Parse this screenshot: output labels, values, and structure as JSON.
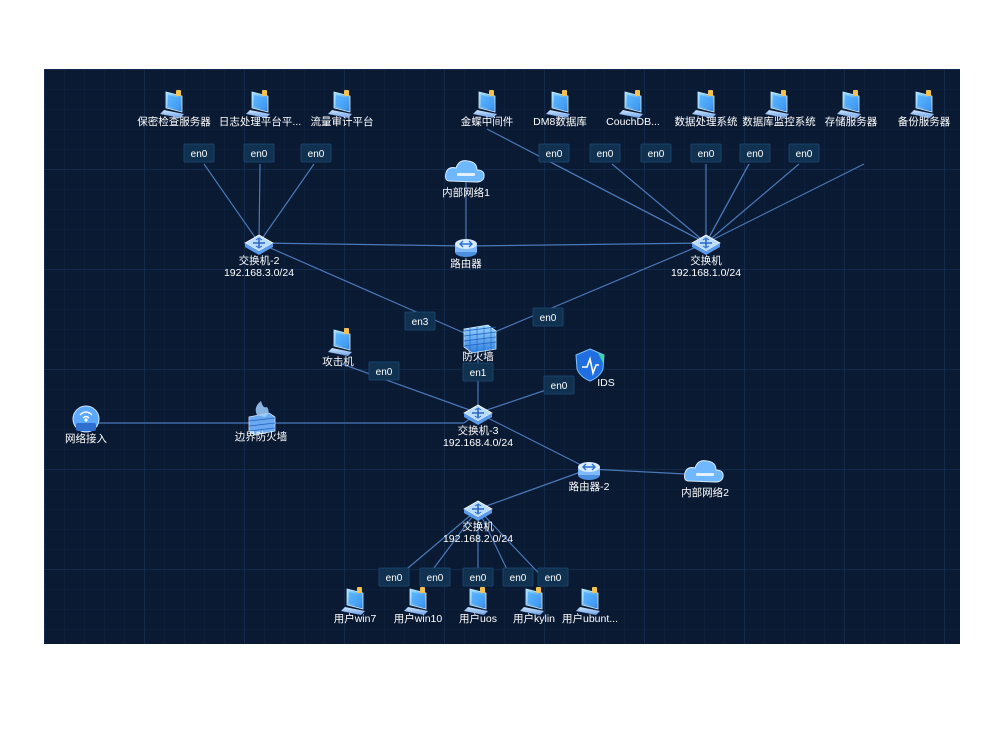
{
  "nodes": {
    "n_baomi": {
      "label": "保密检查服务器",
      "icon": "monitor-icon"
    },
    "n_rizhi": {
      "label": "日志处理平台平...",
      "icon": "monitor-icon"
    },
    "n_liuliang": {
      "label": "流量审计平台",
      "icon": "monitor-icon"
    },
    "n_jindie": {
      "label": "金蝶中间件",
      "icon": "monitor-icon"
    },
    "n_dm8": {
      "label": "DM8数据库",
      "icon": "monitor-icon"
    },
    "n_couch": {
      "label": "CouchDB...",
      "icon": "monitor-icon"
    },
    "n_shuju": {
      "label": "数据处理系统",
      "icon": "monitor-icon"
    },
    "n_jiankong": {
      "label": "数据库监控系统",
      "icon": "monitor-icon"
    },
    "n_cunchu": {
      "label": "存储服务器",
      "icon": "monitor-icon"
    },
    "n_beifen": {
      "label": "备份服务器",
      "icon": "monitor-icon"
    },
    "n_neibu1": {
      "label": "内部网络1",
      "icon": "cloud-icon"
    },
    "n_luyou": {
      "label": "路由器",
      "icon": "router-icon"
    },
    "n_sw2": {
      "label": "交换机-2",
      "sub": "192.168.3.0/24",
      "icon": "switch-icon"
    },
    "n_sw1": {
      "label": "交换机",
      "sub": "192.168.1.0/24",
      "icon": "switch-icon"
    },
    "n_fw": {
      "label": "防火墙",
      "icon": "firewall-icon"
    },
    "n_gongji": {
      "label": "攻击机",
      "icon": "monitor-icon"
    },
    "n_ids": {
      "label": "IDS",
      "icon": "shield-icon"
    },
    "n_wangluo": {
      "label": "网络接入",
      "icon": "network-access-icon"
    },
    "n_bianjie": {
      "label": "边界防火墙",
      "icon": "border-firewall-icon"
    },
    "n_sw3": {
      "label": "交换机-3",
      "sub": "192.168.4.0/24",
      "icon": "switch-icon"
    },
    "n_luyou2": {
      "label": "路由器-2",
      "icon": "router-icon"
    },
    "n_neibu2": {
      "label": "内部网络2",
      "icon": "cloud-icon"
    },
    "n_sw4": {
      "label": "交换机",
      "sub": "192.168.2.0/24",
      "icon": "switch-icon"
    },
    "n_win7": {
      "label": "用户win7",
      "icon": "monitor-icon"
    },
    "n_win10": {
      "label": "用户win10",
      "icon": "monitor-icon"
    },
    "n_uos": {
      "label": "用户uos",
      "icon": "monitor-icon"
    },
    "n_kylin": {
      "label": "用户kylin",
      "icon": "monitor-icon"
    },
    "n_ubuntu": {
      "label": "用户ubunt...",
      "icon": "monitor-icon"
    }
  },
  "links": [
    {
      "from": "n_baomi",
      "to": "n_sw2",
      "tag": "en0"
    },
    {
      "from": "n_rizhi",
      "to": "n_sw2",
      "tag": "en0"
    },
    {
      "from": "n_liuliang",
      "to": "n_sw2",
      "tag": "en0"
    },
    {
      "from": "n_jindie",
      "to": "n_sw1",
      "tag": ""
    },
    {
      "from": "n_dm8",
      "to": "n_sw1",
      "tag": "en0"
    },
    {
      "from": "n_couch",
      "to": "n_sw1",
      "tag": "en0"
    },
    {
      "from": "n_shuju",
      "to": "n_sw1",
      "tag": "en0"
    },
    {
      "from": "n_jiankong",
      "to": "n_sw1",
      "tag": "en0"
    },
    {
      "from": "n_jiankong",
      "to": "n_sw1",
      "tag": "en0"
    },
    {
      "from": "n_cunchu",
      "to": "n_sw1",
      "tag": "en0"
    },
    {
      "from": "n_beifen",
      "to": "n_sw1",
      "tag": "en0"
    },
    {
      "from": "n_neibu1",
      "to": "n_luyou",
      "tag": ""
    },
    {
      "from": "n_sw2",
      "to": "n_luyou",
      "tag": ""
    },
    {
      "from": "n_luyou",
      "to": "n_sw1",
      "tag": ""
    },
    {
      "from": "n_sw2",
      "to": "n_fw",
      "tag": "en3"
    },
    {
      "from": "n_sw1",
      "to": "n_fw",
      "tag": "en0"
    },
    {
      "from": "n_fw",
      "to": "n_sw3",
      "tag": "en1"
    },
    {
      "from": "n_gongji",
      "to": "n_sw3",
      "tag": "en0"
    },
    {
      "from": "n_ids",
      "to": "n_sw3",
      "tag": "en0"
    },
    {
      "from": "n_wangluo",
      "to": "n_sw3",
      "tag": ""
    },
    {
      "from": "n_sw3",
      "to": "n_luyou2",
      "tag": ""
    },
    {
      "from": "n_luyou2",
      "to": "n_neibu2",
      "tag": ""
    },
    {
      "from": "n_luyou2",
      "to": "n_sw4",
      "tag": ""
    },
    {
      "from": "n_win7",
      "to": "n_sw4",
      "tag": "en0"
    },
    {
      "from": "n_win10",
      "to": "n_sw4",
      "tag": "en0"
    },
    {
      "from": "n_uos",
      "to": "n_sw4",
      "tag": "en0"
    },
    {
      "from": "n_kylin",
      "to": "n_sw4",
      "tag": "en0"
    },
    {
      "from": "n_ubuntu",
      "to": "n_sw4",
      "tag": "en0"
    }
  ],
  "colors": {
    "background": "#0b1a33",
    "grid": "#16335a",
    "link": "#4a78b8",
    "tag_bg": "#10314f",
    "text": "#ffffff",
    "accent": "#2e9bff"
  }
}
